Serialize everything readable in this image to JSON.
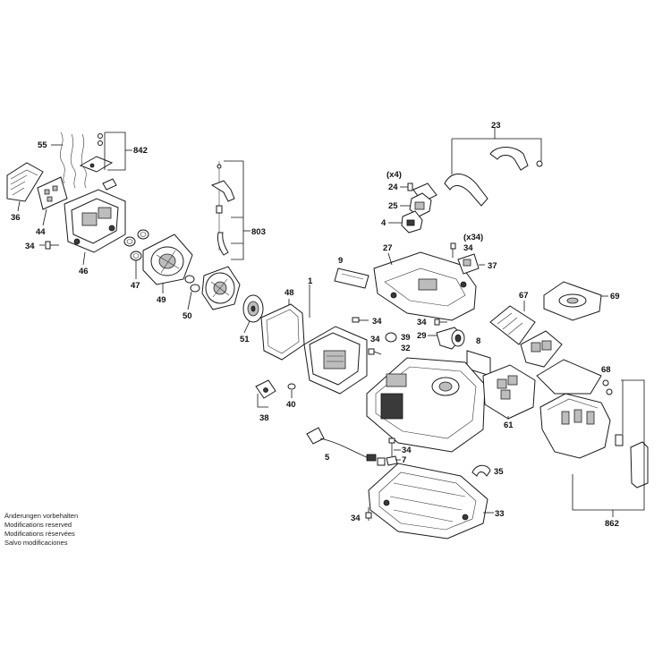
{
  "notes": [
    "Änderungen vorbehalten",
    "Modifications reserved",
    "Modifications réservées",
    "Salvo modificaciones"
  ],
  "labels": {
    "p23": "23",
    "p55": "55",
    "p842": "842",
    "p36": "36",
    "p44": "44",
    "p34a": "34",
    "p46": "46",
    "p47": "47",
    "p49": "49",
    "p50": "50",
    "p51": "51",
    "p803": "803",
    "p48": "48",
    "p1": "1",
    "p9": "9",
    "p27": "27",
    "p34b": "34",
    "p37": "37",
    "x34": "(x34)",
    "x4": "(x4)",
    "p24": "24",
    "p25": "25",
    "p4": "4",
    "p67": "67",
    "p69": "69",
    "p34c": "34",
    "p34d": "34",
    "p29": "29",
    "p39": "39",
    "p32": "32",
    "p8": "8",
    "p34e": "34",
    "p38": "38",
    "p40": "40",
    "p68": "68",
    "p61": "61",
    "p5": "5",
    "p34f": "34",
    "p7": "7",
    "p35": "35",
    "p34g": "34",
    "p33": "33",
    "p862": "862"
  }
}
